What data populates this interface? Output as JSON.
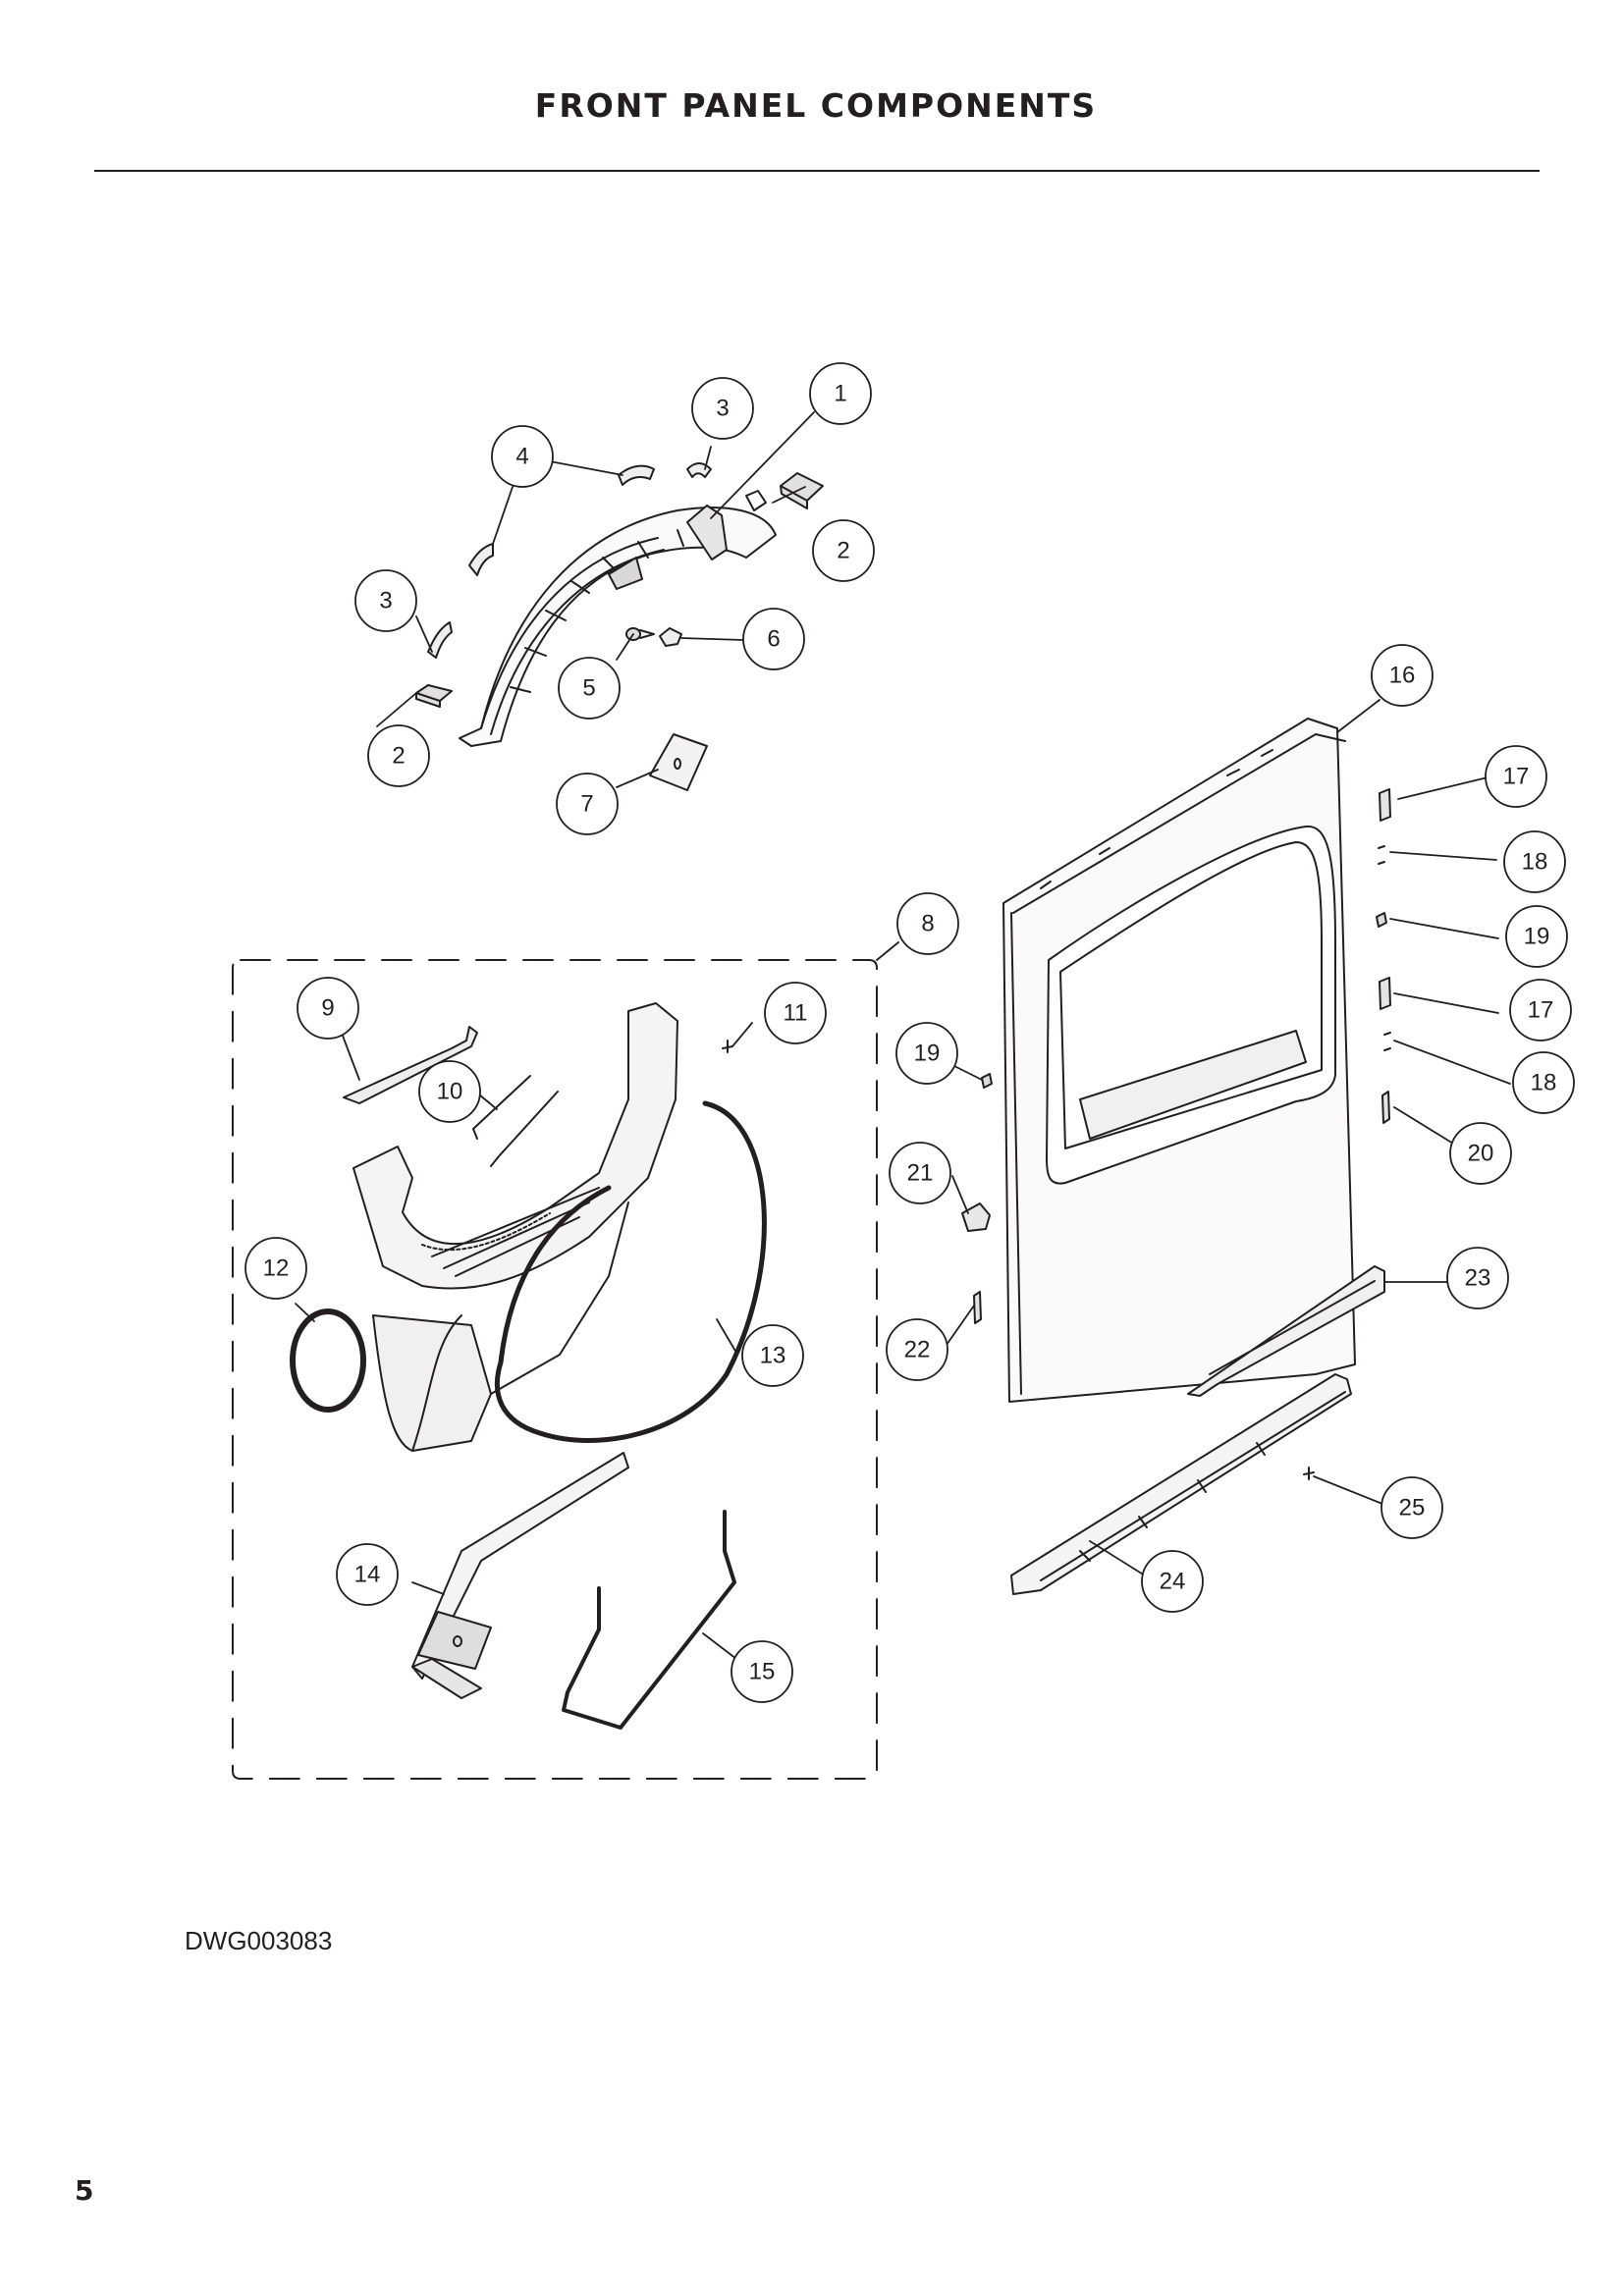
{
  "page": {
    "title": "FRONT PANEL COMPONENTS",
    "drawing_code": "DWG003083",
    "page_number": "5"
  },
  "callouts": [
    "1",
    "2",
    "2",
    "3",
    "3",
    "4",
    "5",
    "6",
    "7",
    "8",
    "9",
    "10",
    "11",
    "12",
    "13",
    "14",
    "15",
    "16",
    "17",
    "17",
    "18",
    "18",
    "19",
    "19",
    "20",
    "21",
    "22",
    "23",
    "24",
    "25"
  ]
}
